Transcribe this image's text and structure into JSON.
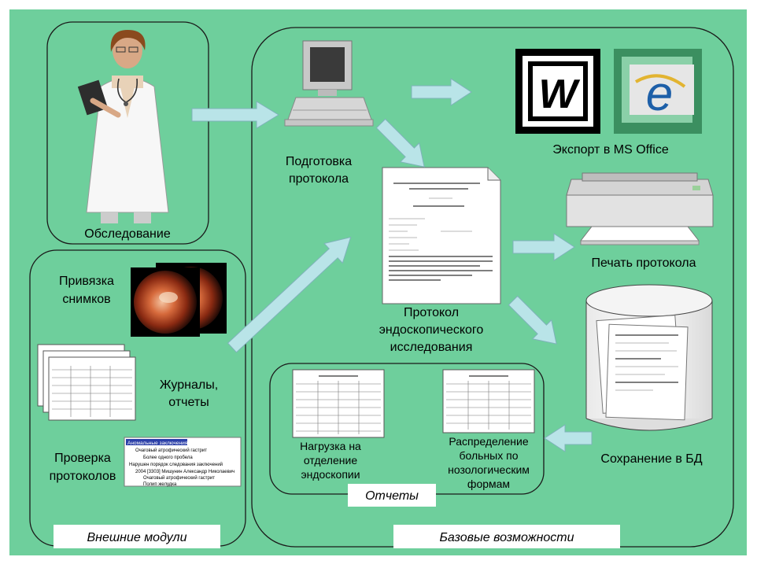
{
  "colors": {
    "background": "#6ecf9c",
    "arrow": "#b9e4e8",
    "label_bg": "#ffffff"
  },
  "labels": {
    "examination": "Обследование",
    "image_binding": [
      "Привязка",
      "снимков"
    ],
    "journals": [
      "Журналы,",
      "отчеты"
    ],
    "protocol_check": [
      "Проверка",
      "протоколов"
    ],
    "protocol_prep": [
      "Подготовка",
      "протокола"
    ],
    "export_ms_office": "Экспорт в MS Office",
    "print_protocol": "Печать протокола",
    "endoscopy_protocol": [
      "Протокол",
      "эндоскопического",
      "исследования"
    ],
    "save_db": "Сохранение в БД",
    "load_department": [
      "Нагрузка на",
      "отделение",
      "эндоскопии"
    ],
    "patient_distribution": [
      "Распределение",
      "больных по",
      "нозологическим",
      "формам"
    ]
  },
  "group_labels": {
    "reports": "Отчеты",
    "external_modules": "Внешние модули",
    "base_features": "Базовые возможности"
  },
  "tree": [
    "Аномальные заключения",
    "Очаговый атрофический гастрит",
    "Более одного пробела",
    "Нарушен порядок следования заключений",
    "2004 [3303] Мишунин Александр Николаевич",
    "Очаговый атрофический гастрит",
    "Полип желудка"
  ],
  "icons": {
    "word": "word-icon",
    "ie": "internet-explorer-icon",
    "doctor": "doctor-icon",
    "computer": "computer-icon",
    "printer": "printer-icon",
    "database": "database-icon"
  },
  "icon_glyphs": {
    "word": "W",
    "ie": "e"
  }
}
